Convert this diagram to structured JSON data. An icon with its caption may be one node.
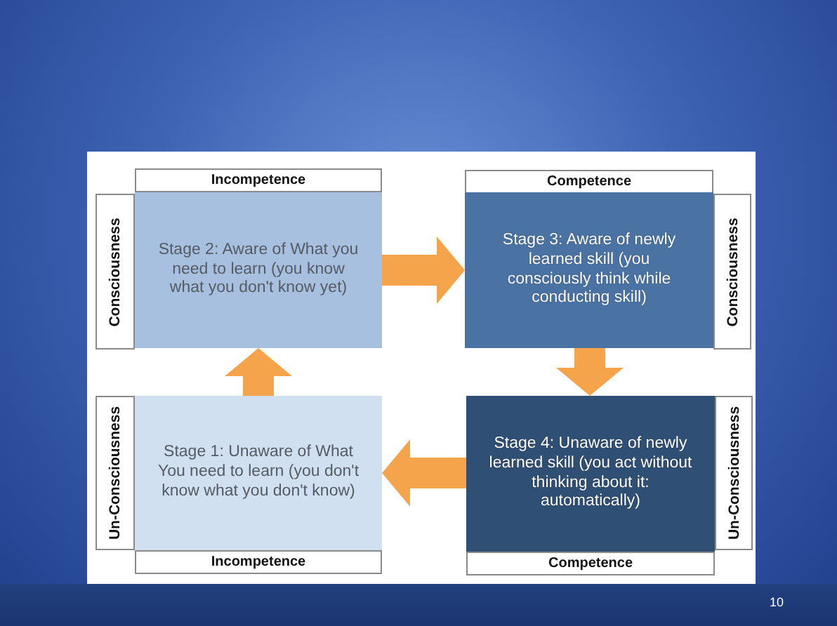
{
  "diagram": {
    "nodes": [
      {
        "text": [
          "Incompetence"
        ]
      },
      {
        "text": [
          "Competence"
        ]
      },
      {
        "text": [
          "Consciousness"
        ]
      },
      {
        "text": [
          "Stage 2: Aware of What you need to learn (you know what you don't know yet)"
        ]
      },
      {
        "text": [
          "Stage 3: Aware of newly learned skill (you consciously think while conducting skill)"
        ]
      },
      {
        "text": [
          "Consciousness"
        ]
      },
      {
        "text": [
          "Un-Consciousness"
        ]
      },
      {
        "text": [
          "Stage 1: Unaware of What You need to learn (you don't know what you don't know)"
        ]
      },
      {
        "text": [
          "Stage 4: Unaware of newly learned skill (you act without thinking about it: automatically)"
        ]
      },
      {
        "text": [
          "Un-Consciousness"
        ]
      },
      {
        "text": [
          "Incompetence"
        ]
      },
      {
        "text": [
          "Competence"
        ]
      }
    ],
    "edges": [
      {
        "from": 7,
        "to": 3,
        "arrow": "to"
      },
      {
        "from": 3,
        "to": 4,
        "arrow": "to"
      },
      {
        "from": 4,
        "to": 8,
        "arrow": "to"
      },
      {
        "from": 8,
        "to": 7,
        "arrow": "to"
      }
    ],
    "labels": [
      "10"
    ]
  }
}
